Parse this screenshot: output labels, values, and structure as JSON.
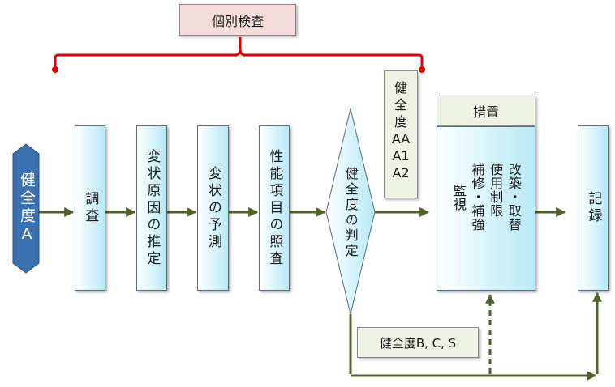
{
  "title": "個別検査",
  "start_label": "健全度A",
  "steps": [
    "調査",
    "変状原因の推定",
    "変状の予測",
    "性能項目の照査"
  ],
  "decision": "健全度の判定",
  "pass_note": [
    "健",
    "全",
    "度",
    "AA",
    "A1",
    "A2"
  ],
  "measures": {
    "header": "措置",
    "columns": [
      "改築・取替",
      "使用制限",
      "補修・補強",
      "監視"
    ]
  },
  "record": "記録",
  "fail_note": "健全度B, C, S",
  "colors": {
    "arrow": "#4f6228",
    "bracket": "#e00000",
    "start_fill": "#3a6fb0",
    "box_fill": "#c9eef8",
    "note_fill": "#eef2e2",
    "title_fill": "#f5dcdc"
  }
}
